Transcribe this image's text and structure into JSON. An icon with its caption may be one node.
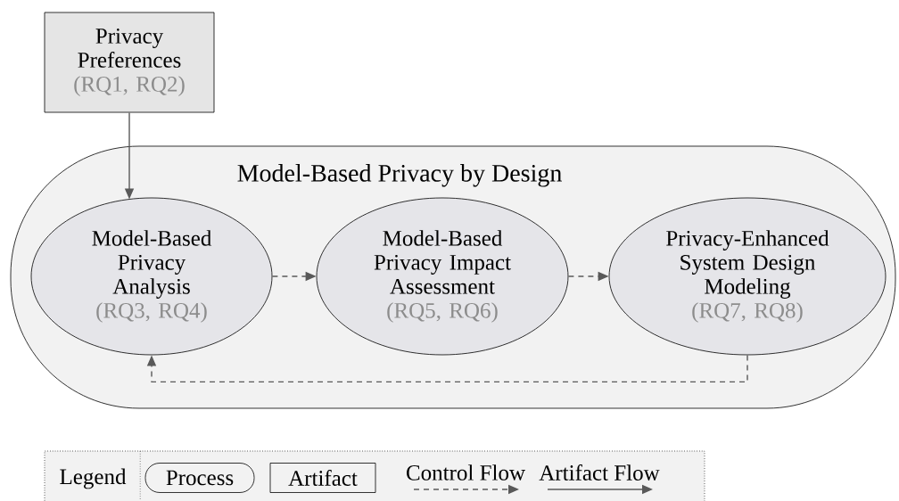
{
  "diagram": {
    "nodes": [
      {
        "text": [
          "Privacy Preferences",
          "(RQ1, RQ2)"
        ]
      },
      {
        "text": [
          "Model-Based Privacy by Design"
        ]
      },
      {
        "text": [
          "Model-Based Privacy Analysis",
          "(RQ3, RQ4)"
        ],
        "in": 1
      },
      {
        "text": [
          "Model-Based Privacy Impact Assessment",
          "(RQ5, RQ6)"
        ],
        "in": 1
      },
      {
        "text": [
          "Privacy-Enhanced System Design Modeling",
          "(RQ7, RQ8)"
        ],
        "in": 1
      }
    ],
    "edges": [
      {
        "from": 0,
        "to": 2,
        "arrow": "to"
      },
      {
        "from": 2,
        "to": 3,
        "arrow": "to",
        "style": "dashed"
      },
      {
        "from": 3,
        "to": 4,
        "arrow": "to",
        "style": "dashed"
      },
      {
        "from": 4,
        "to": 2,
        "arrow": "to",
        "style": "dashed"
      }
    ],
    "labels": [
      "Legend"
    ],
    "legend": [
      {
        "text": "Process"
      },
      {
        "text": "Artifact"
      },
      {
        "text": "Control Flow"
      },
      {
        "text": "Artifact Flow"
      }
    ]
  }
}
